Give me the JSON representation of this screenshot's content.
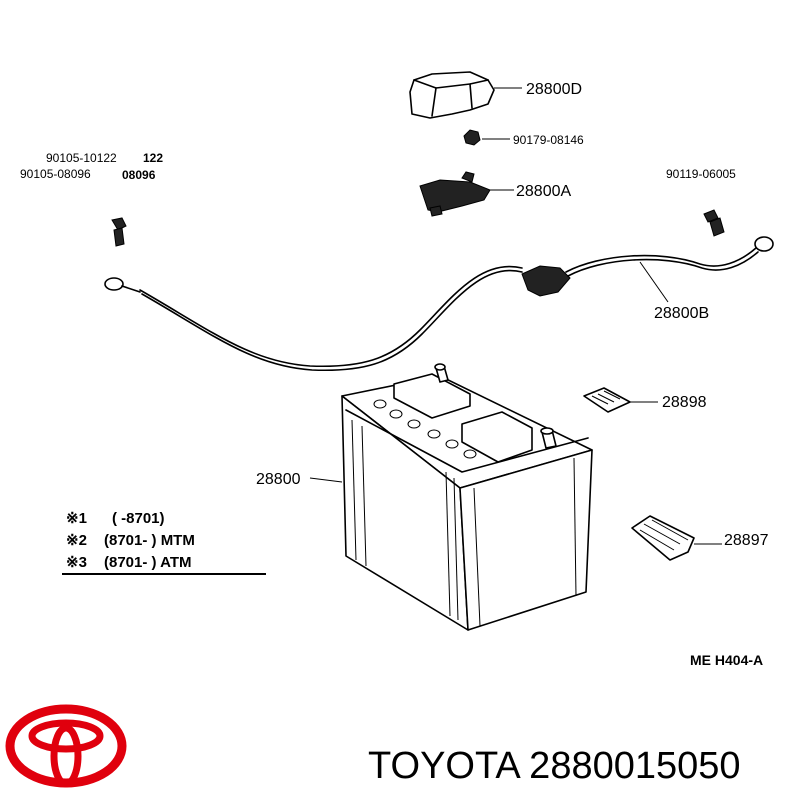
{
  "labels": {
    "p28800D": "28800D",
    "p90179": "90179-08146",
    "p90105_10122": "90105-10122",
    "p122": "122",
    "p90105_08096": "90105-08096",
    "p08096": "08096",
    "p28800A": "28800A",
    "p90119": "90119-06005",
    "p28800B": "28800B",
    "p28898": "28898",
    "p28800": "28800",
    "p28897": "28897"
  },
  "legend": [
    {
      "mark": "※1",
      "text": "(        -8701)"
    },
    {
      "mark": "※2",
      "text": "(8701-         ) MTM"
    },
    {
      "mark": "※3",
      "text": "(8701-         ) ATM"
    }
  ],
  "diagram_code": "ME  H404-A",
  "footer": {
    "brand_text": "TOYOTA 2880015050",
    "logo_icon": "toyota-logo-icon",
    "logo_color": "#e0000d"
  }
}
